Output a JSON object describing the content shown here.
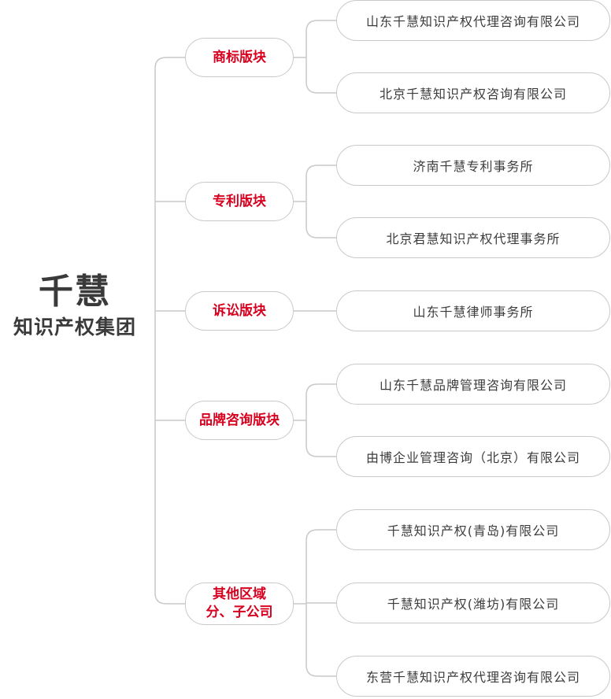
{
  "root": {
    "title": "千慧",
    "subtitle": "知识产权集团"
  },
  "categories": [
    {
      "label": [
        "商标版块"
      ],
      "companies": [
        "山东千慧知识产权代理咨询有限公司",
        "北京千慧知识产权咨询有限公司"
      ]
    },
    {
      "label": [
        "专利版块"
      ],
      "companies": [
        "济南千慧专利事务所",
        "北京君慧知识产权代理事务所"
      ]
    },
    {
      "label": [
        "诉讼版块"
      ],
      "companies": [
        "山东千慧律师事务所"
      ]
    },
    {
      "label": [
        "品牌咨询版块"
      ],
      "companies": [
        "山东千慧品牌管理咨询有限公司",
        "由博企业管理咨询（北京）有限公司"
      ]
    },
    {
      "label": [
        "其他区域",
        "分、子公司"
      ],
      "companies": [
        "千慧知识产权(青岛)有限公司",
        "千慧知识产权(潍坊)有限公司",
        "东营千慧知识产权代理咨询有限公司"
      ]
    }
  ],
  "colors": {
    "accent": "#d7001e",
    "line": "#c9c9c9",
    "title": "#3a3a3a",
    "text": "#3c3c3c"
  }
}
